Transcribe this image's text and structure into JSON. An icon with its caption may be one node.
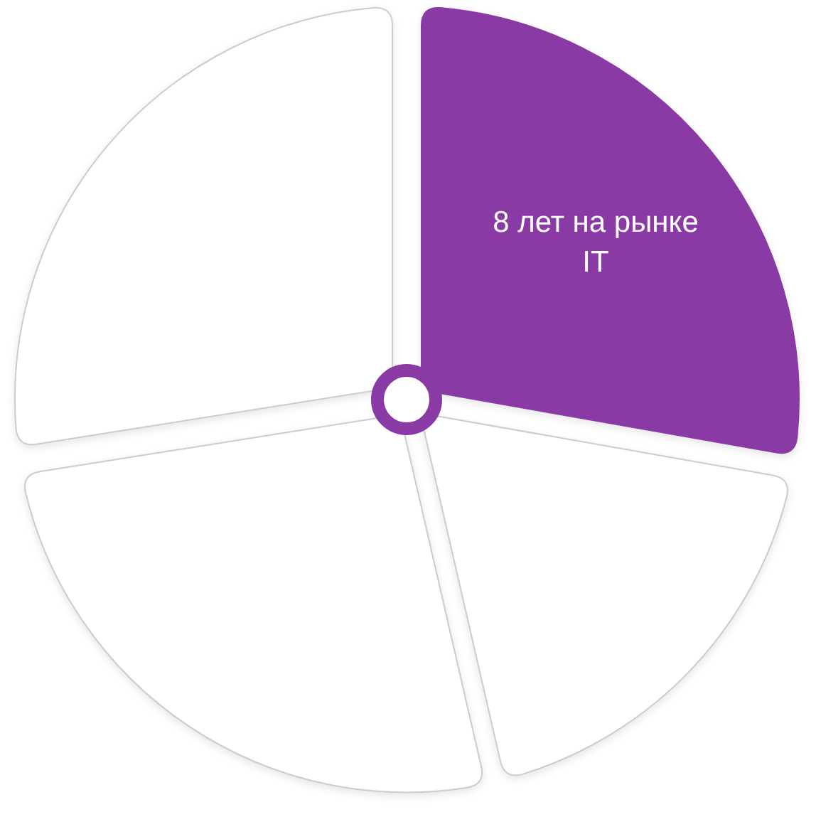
{
  "diagram": {
    "nodes": [
      {
        "text": [],
        "shape": "sector"
      },
      {
        "text": [
          "8 лет на рынке IT"
        ]
      },
      {
        "text": [],
        "shape": "sector"
      },
      {
        "text": [],
        "shape": "sector"
      }
    ]
  }
}
